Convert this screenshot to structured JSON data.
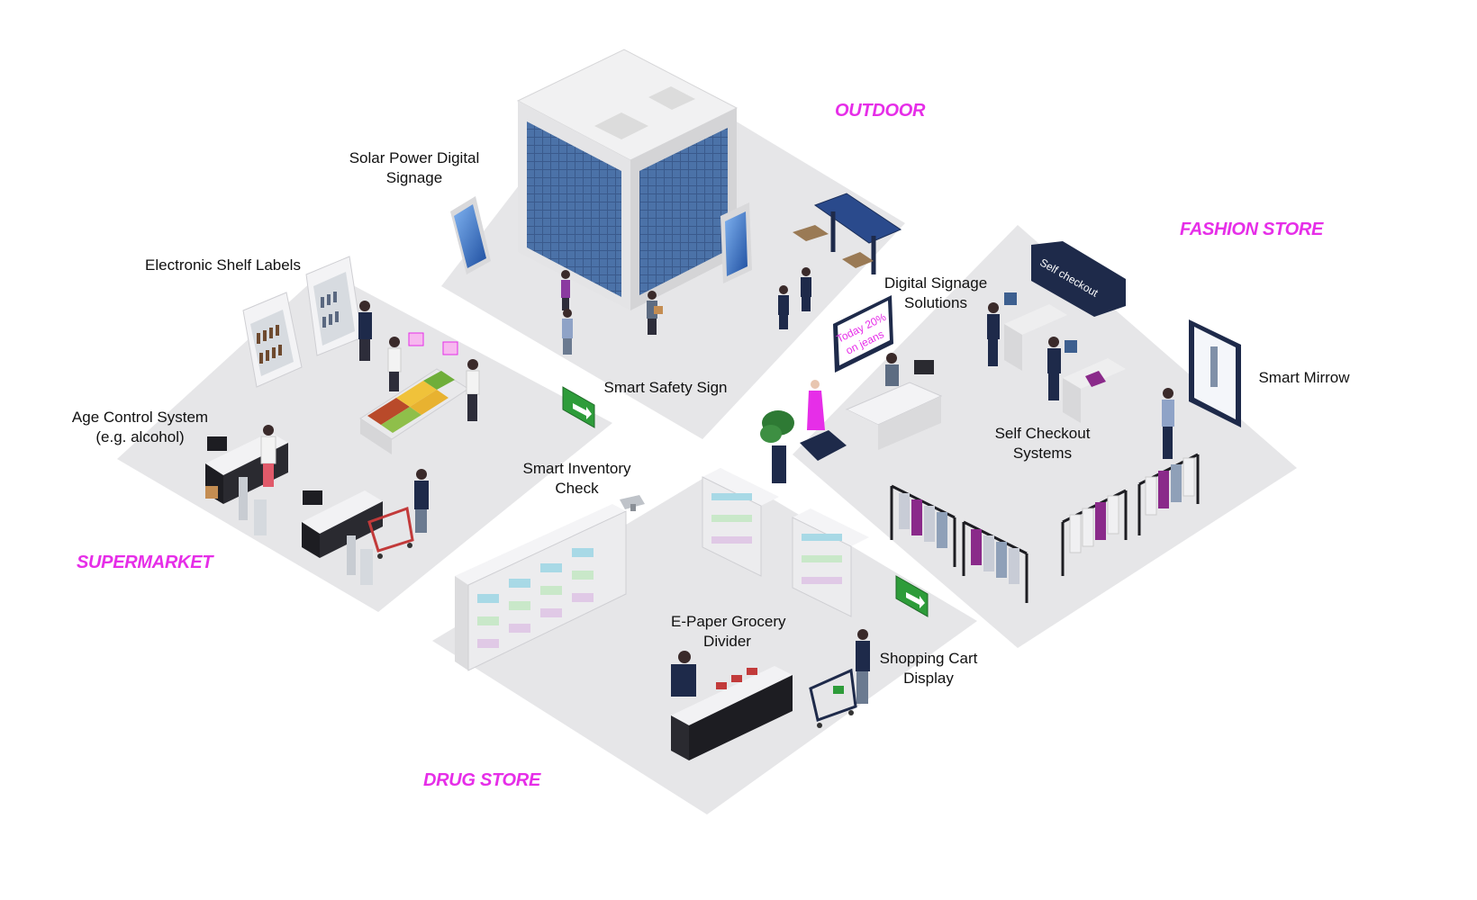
{
  "zones": {
    "outdoor": "OUTDOOR",
    "fashion_store": "FASHION STORE",
    "supermarket": "SUPERMARKET",
    "drug_store": "DRUG STORE"
  },
  "labels": {
    "solar_signage": [
      "Solar Power Digital",
      "Signage"
    ],
    "electronic_shelf_labels": [
      "Electronic Shelf Labels"
    ],
    "age_control": [
      "Age Control System",
      "(e.g. alcohol)"
    ],
    "smart_safety_sign": [
      "Smart Safety Sign"
    ],
    "digital_signage_solutions": [
      "Digital Signage",
      "Solutions"
    ],
    "smart_mirror": [
      "Smart Mirrow"
    ],
    "self_checkout_systems": [
      "Self Checkout",
      "Systems"
    ],
    "smart_inventory_check": [
      "Smart Inventory",
      "Check"
    ],
    "epaper_grocery_divider": [
      "E-Paper Grocery",
      "Divider"
    ],
    "shopping_cart_display": [
      "Shopping Cart",
      "Display"
    ]
  },
  "screens": {
    "promo_line1": "Today 20%",
    "promo_line2": "on jeans",
    "self_checkout_banner": "Self checkout"
  },
  "colors": {
    "zone_accent": "#e62ee8",
    "floor": "#e6e6e8",
    "navy": "#1e2a4a",
    "glass": "#3d5f8f",
    "exit_green": "#2e9c3a"
  }
}
